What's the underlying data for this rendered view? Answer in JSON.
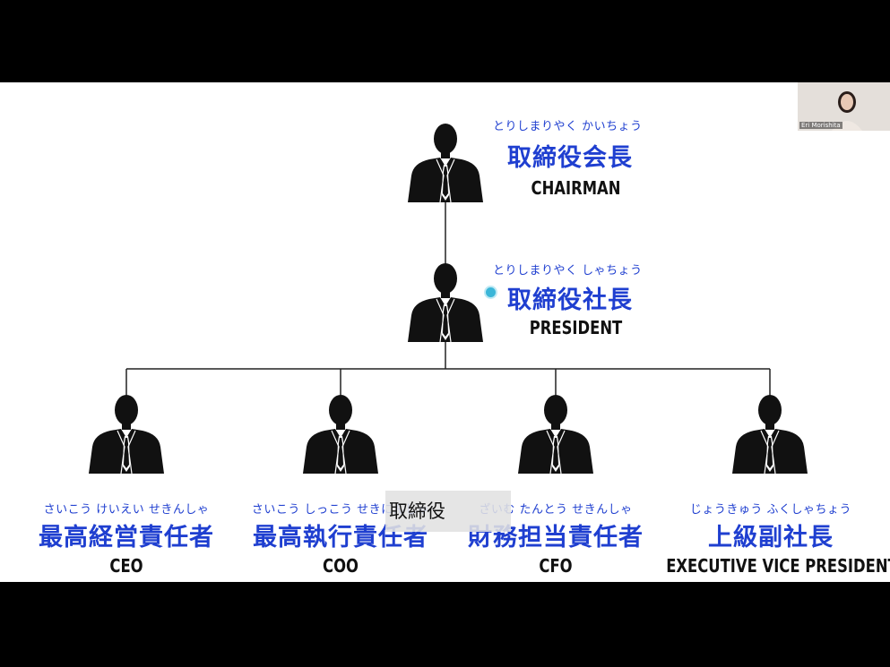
{
  "webcam": {
    "name": "Eri Morishita"
  },
  "top": {
    "chairman": {
      "ruby": "とりしまりやく かいちょう",
      "kanji": "取締役会長",
      "english": "CHAIRMAN"
    },
    "president": {
      "ruby": "とりしまりやく しゃちょう",
      "kanji": "取締役社長",
      "english": "PRESIDENT"
    }
  },
  "executives": [
    {
      "ruby": "さいこう けいえい せきんしゃ",
      "kanji": "最高経営責任者",
      "english": "CEO"
    },
    {
      "ruby": "さいこう しっこう せきにんしゃ",
      "kanji": "最高執行責任者",
      "english": "COO"
    },
    {
      "ruby": "ざいむ たんとう せきんしゃ",
      "kanji": "財務担当責任者",
      "english": "CFO"
    },
    {
      "ruby": "じょうきゅう ふくしゃちょう",
      "kanji": "上級副社長",
      "english": "EXECUTIVE VICE PRESIDENT"
    }
  ],
  "tooltip": {
    "text": "取締役"
  },
  "colors": {
    "accent": "#1f3fd0",
    "text": "#111111",
    "cursor": "#3bb6d8"
  }
}
